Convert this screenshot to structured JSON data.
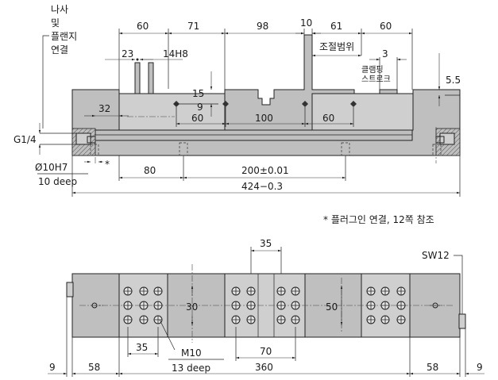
{
  "notes": {
    "connection_top": [
      "나사",
      "및",
      "플랜지",
      "연결"
    ],
    "range": "조절범위",
    "stroke_top": "클램핑",
    "stroke_bottom": "스트로크",
    "footnote": "* 플러그인 연결, 12쪽 참조",
    "asterisk": "*"
  },
  "side_view": {
    "top_dims": [
      "60",
      "71",
      "98",
      "10",
      "61",
      "60"
    ],
    "dim_23": "23",
    "dim_14h8": "14H8",
    "dim_3": "3",
    "dim_5_5": "5.5",
    "dim_15": "15",
    "dim_9": "9",
    "dim_32": "32",
    "hole_pitch": [
      "60",
      "100",
      "60"
    ],
    "port": "G1/4",
    "bore": "Ø10H7",
    "bore_depth": "10 deep",
    "dim_80": "80",
    "dim_200": "200±0.01",
    "overall": "424−0.3"
  },
  "plan_view": {
    "dim_35_top": "35",
    "wrench": "SW12",
    "dim_30": "30",
    "dim_50": "50",
    "dim_35_bottom": "35",
    "thread": "M10",
    "thread_depth": "13 deep",
    "dim_70": "70",
    "bottom_dims": [
      "9",
      "58",
      "360",
      "58",
      "9"
    ]
  }
}
